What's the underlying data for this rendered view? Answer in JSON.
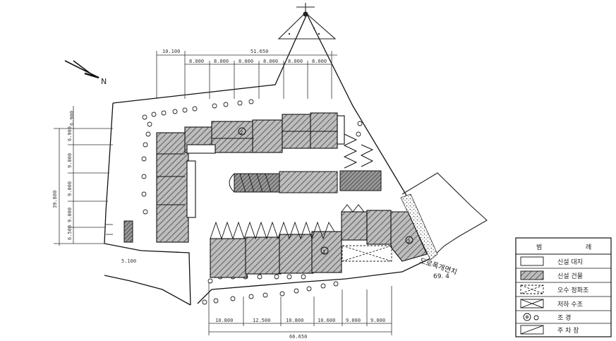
{
  "north_label": "N",
  "dimensions": {
    "top_overall": "51.650",
    "top_left_offset": "10.100",
    "top_segments": [
      "8.000",
      "8.000",
      "8.000",
      "8.000",
      "8.000",
      "8.000"
    ],
    "left_overall": "39.800",
    "left_segments": [
      "6.900",
      "9.000",
      "9.000",
      "9.000",
      "6.500"
    ],
    "left_small": "5.100",
    "bottom_segments": [
      "10.800",
      "12.500",
      "10.800",
      "10.600",
      "9.000",
      "9.000"
    ],
    "bottom_overall": "66.650"
  },
  "annotations": {
    "road_note": "도로폭개면치",
    "road_value": "69. 4"
  },
  "building_marks": [
    "1",
    "2",
    "3"
  ],
  "legend": {
    "title_left": "범",
    "title_right": "례",
    "items": [
      {
        "label": "신설  대지",
        "symbol": "empty-box"
      },
      {
        "label": "신설  건물",
        "symbol": "hatched-box"
      },
      {
        "label": "오수 정화조",
        "symbol": "dashed-cross-box"
      },
      {
        "label": "저하  수조",
        "symbol": "cross-box"
      },
      {
        "label": "조    경",
        "symbol": "circles"
      },
      {
        "label": "주  차  장",
        "symbol": "diagonal-box"
      }
    ]
  }
}
